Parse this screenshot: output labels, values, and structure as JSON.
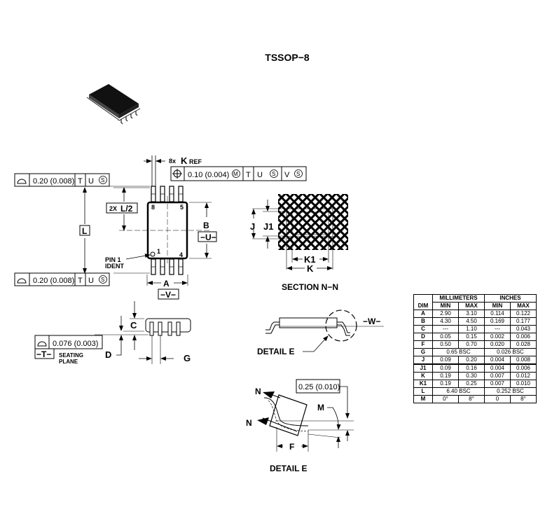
{
  "title": "TSSOP−8",
  "top_view": {
    "fcf_top": {
      "symbol": "profile-of-surface",
      "tolerance": "0.20 (0.008)",
      "datums": [
        "T",
        "U",
        "S"
      ]
    },
    "fcf_bottom": {
      "symbol": "profile-of-surface",
      "tolerance": "0.20 (0.008)",
      "datums": [
        "T",
        "U",
        "S"
      ]
    },
    "fcf_position": {
      "symbol": "position",
      "tolerance": "0.10 (0.004)",
      "modifier": "M",
      "datums": [
        "T",
        "U",
        "S",
        "V",
        "S"
      ]
    },
    "k_ref": {
      "count": "8x",
      "label": "K",
      "suffix": "REF"
    },
    "l_half": {
      "count": "2X",
      "label": "L/2"
    },
    "l_label": "L",
    "b_label": "B",
    "u_datum": "−U−",
    "a_label": "A",
    "v_datum": "−V−",
    "pin_labels": [
      "8",
      "5",
      "1",
      "4"
    ],
    "pin1_ident": [
      "PIN 1",
      "IDENT"
    ]
  },
  "side_view": {
    "c_label": "C",
    "d_label": "D",
    "g_label": "G",
    "fcf": {
      "symbol": "profile-of-surface",
      "tolerance": "0.076 (0.003)"
    },
    "t_datum": "−T−",
    "seating_plane": [
      "SEATING",
      "PLANE"
    ]
  },
  "section": {
    "title": "SECTION N−N",
    "labels": {
      "j": "J",
      "j1": "J1",
      "k": "K",
      "k1": "K1"
    }
  },
  "end_view": {
    "w_datum": "−W−",
    "detail_label": "DETAIL E"
  },
  "detail_e": {
    "title": "DETAIL E",
    "tolerance": "0.25 (0.010)",
    "labels": {
      "n1": "N",
      "n2": "N",
      "m": "M",
      "f": "F"
    }
  },
  "dim_table": {
    "group_headers": [
      "MILLIMETERS",
      "INCHES"
    ],
    "columns": [
      "DIM",
      "MIN",
      "MAX",
      "MIN",
      "MAX"
    ],
    "rows": [
      {
        "dim": "A",
        "mm_min": "2.90",
        "mm_max": "3.10",
        "in_min": "0.114",
        "in_max": "0.122"
      },
      {
        "dim": "B",
        "mm_min": "4.30",
        "mm_max": "4.50",
        "in_min": "0.169",
        "in_max": "0.177"
      },
      {
        "dim": "C",
        "mm_min": "---",
        "mm_max": "1.10",
        "in_min": "---",
        "in_max": "0.043"
      },
      {
        "dim": "D",
        "mm_min": "0.05",
        "mm_max": "0.15",
        "in_min": "0.002",
        "in_max": "0.006"
      },
      {
        "dim": "F",
        "mm_min": "0.50",
        "mm_max": "0.70",
        "in_min": "0.020",
        "in_max": "0.028"
      },
      {
        "dim": "G",
        "mm_bsc": "0.65 BSC",
        "in_bsc": "0.026 BSC"
      },
      {
        "dim": "J",
        "mm_min": "0.09",
        "mm_max": "0.20",
        "in_min": "0.004",
        "in_max": "0.008"
      },
      {
        "dim": "J1",
        "mm_min": "0.09",
        "mm_max": "0.16",
        "in_min": "0.004",
        "in_max": "0.006"
      },
      {
        "dim": "K",
        "mm_min": "0.19",
        "mm_max": "0.30",
        "in_min": "0.007",
        "in_max": "0.012"
      },
      {
        "dim": "K1",
        "mm_min": "0.19",
        "mm_max": "0.25",
        "in_min": "0.007",
        "in_max": "0.010"
      },
      {
        "dim": "L",
        "mm_bsc": "6.40 BSC",
        "in_bsc": "0.252 BSC"
      },
      {
        "dim": "M",
        "mm_min": "0°",
        "mm_max": "8°",
        "in_min": "0",
        "in_max": "8°"
      }
    ]
  }
}
